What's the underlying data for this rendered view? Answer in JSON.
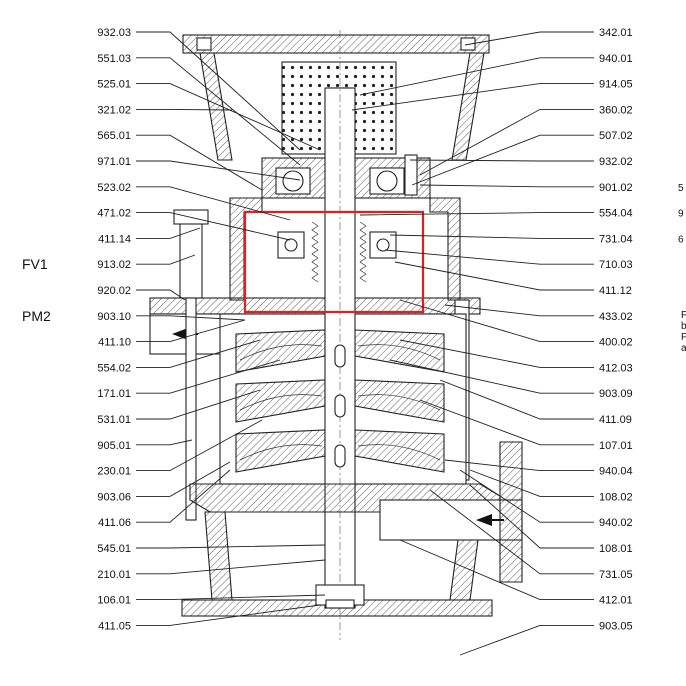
{
  "left_labels": [
    "932.03",
    "551.03",
    "525.01",
    "321.02",
    "565.01",
    "971.01",
    "523.02",
    "471.02",
    "411.14",
    "913.02",
    "920.02",
    "903.10",
    "411.10",
    "554.02",
    "171.01",
    "531.01",
    "905.01",
    "230.01",
    "903.06",
    "411.06",
    "545.01",
    "210.01",
    "106.01",
    "411.05"
  ],
  "right_labels": [
    "342.01",
    "940.01",
    "914.05",
    "360.02",
    "507.02",
    "932.02",
    "901.02",
    "554.04",
    "731.04",
    "710.03",
    "411.12",
    "433.02",
    "400.02",
    "412.03",
    "903.09",
    "411.09",
    "107.01",
    "940.04",
    "108.02",
    "940.02",
    "108.01",
    "731.05",
    "412.01",
    "903.05"
  ],
  "side_labels": [
    {
      "text": "FV1",
      "row": 9
    },
    {
      "text": "PM2",
      "row": 11
    }
  ],
  "edge_fragments": [
    {
      "text": "5",
      "row": 6
    },
    {
      "text": "9",
      "row": 7
    },
    {
      "text": "6",
      "row": 8
    }
  ],
  "edge_note": [
    "F",
    "b",
    "F",
    "a"
  ],
  "colors": {
    "highlight": "#e02020",
    "line": "#222222",
    "hatch": "#333333"
  }
}
